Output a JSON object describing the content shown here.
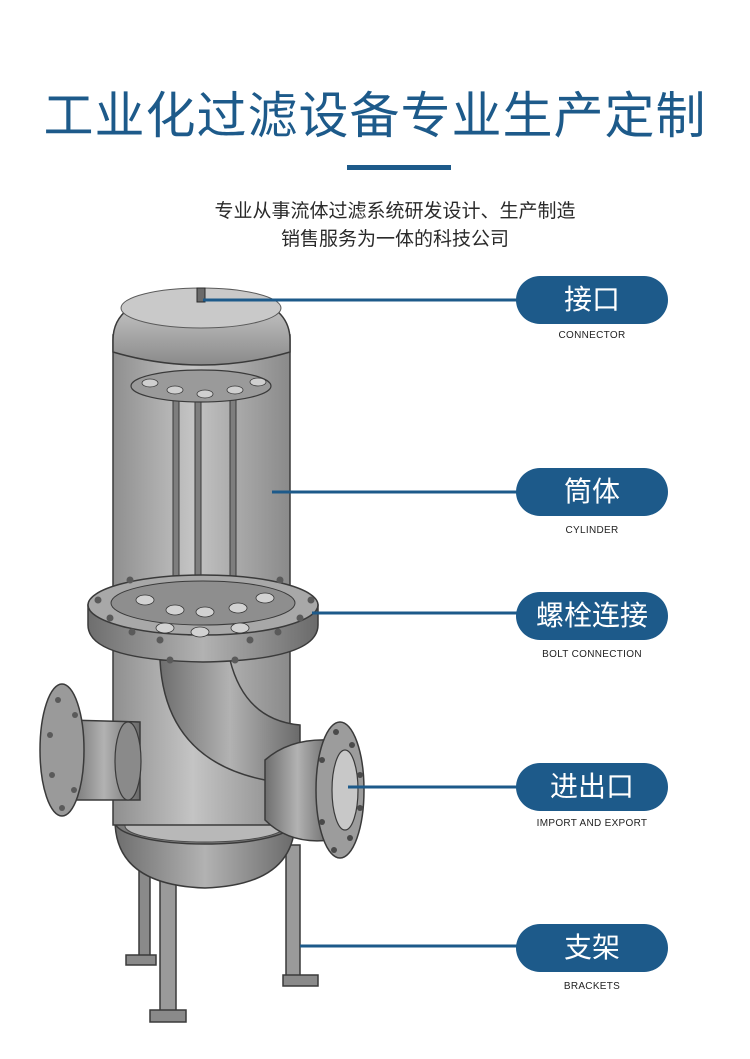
{
  "header": {
    "title": "工业化过滤设备专业生产定制",
    "subtitle_line1": "专业从事流体过滤系统研发设计、生产制造",
    "subtitle_line2": "销售服务为一体的科技公司"
  },
  "labels": [
    {
      "id": "connector",
      "zh": "接口",
      "en": "CONNECTOR"
    },
    {
      "id": "cylinder",
      "zh": "筒体",
      "en": "CYLINDER"
    },
    {
      "id": "bolt-connection",
      "zh": "螺栓连接",
      "en": "BOLT CONNECTION"
    },
    {
      "id": "import-export",
      "zh": "进出口",
      "en": "IMPORT AND EXPORT"
    },
    {
      "id": "brackets",
      "zh": "支架",
      "en": "BRACKETS"
    }
  ],
  "colors": {
    "accent": "#1d5a8a",
    "metal": "#8c8c8c",
    "metal_dark": "#5e5e5e",
    "glass": "#b4b4b4"
  }
}
